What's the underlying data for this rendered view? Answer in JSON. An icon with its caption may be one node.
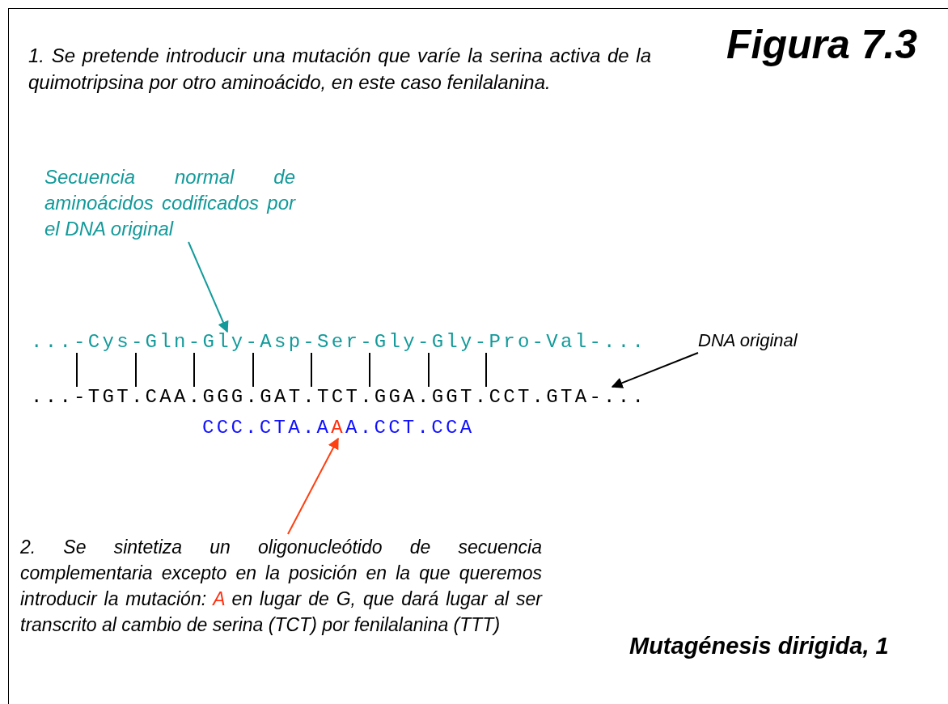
{
  "diagram": {
    "title": "Figura 7.3",
    "caption": "Mutagénesis dirigida, 1",
    "nodes": [
      {
        "text": [
          "Secuencia normal de aminoácidos codificados por el DNA original"
        ]
      },
      {
        "text": [
          "...-Cys-Gln-Gly-Asp-Ser-Gly-Gly-Pro-Val-..."
        ]
      },
      {
        "text": [
          "DNA original"
        ]
      },
      {
        "text": [
          "...-TGT.CAA.GGG.GAT.TCT.GGA.GGT.CCT.GTA-..."
        ]
      },
      {
        "text": [
          "CCC.CTA.AAA.CCT.CCA"
        ]
      },
      {
        "text": [
          "2. Se sintetiza un oligonucleótido de secuencia complementaria excepto en la posición en la que queremos introducir la mutación: A en lugar de G, que dará lugar al ser transcrito al cambio de serina (TCT) por fenilalanina (TTT)"
        ]
      }
    ],
    "edges": [
      {
        "from": 0,
        "to": 1,
        "arrow": "to",
        "color": "#139a9a"
      },
      {
        "from": 2,
        "to": 3,
        "arrow": "to",
        "color": "#000000"
      },
      {
        "from": 5,
        "to": 4,
        "arrow": "to",
        "color": "#ff4010"
      },
      {
        "from": 1,
        "to": 3,
        "arrow": "none",
        "color": "#000000"
      },
      {
        "from": 1,
        "to": 3,
        "arrow": "none",
        "color": "#000000"
      },
      {
        "from": 1,
        "to": 3,
        "arrow": "none",
        "color": "#000000"
      },
      {
        "from": 1,
        "to": 3,
        "arrow": "none",
        "color": "#000000"
      },
      {
        "from": 1,
        "to": 3,
        "arrow": "none",
        "color": "#000000"
      },
      {
        "from": 1,
        "to": 3,
        "arrow": "none",
        "color": "#000000"
      },
      {
        "from": 1,
        "to": 3,
        "arrow": "none",
        "color": "#000000"
      },
      {
        "from": 1,
        "to": 3,
        "arrow": "none",
        "color": "#000000"
      }
    ],
    "labels": [
      "1. Se pretende introducir una mutación que varíe la serina activa de la quimotripsina por otro aminoácido, en este caso fenilalanina."
    ]
  }
}
